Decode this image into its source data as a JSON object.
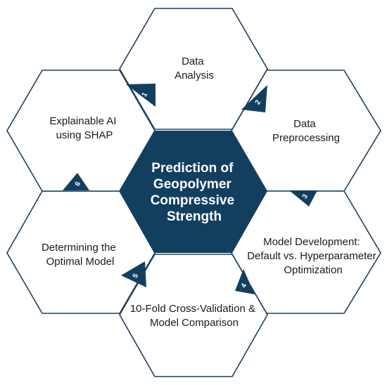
{
  "colors": {
    "navy": "#123f5e",
    "outline": "#1e3f5e",
    "text": "#1a1a1a",
    "background": "#ffffff"
  },
  "center": {
    "lines": [
      "Prediction of",
      "Geopolymer",
      "Compressive",
      "Strength"
    ]
  },
  "steps": [
    {
      "number": "1",
      "lines": [
        "Data",
        "Analysis"
      ]
    },
    {
      "number": "2",
      "lines": [
        "Data",
        "Preprocessing"
      ]
    },
    {
      "number": "3",
      "lines": [
        "Model Development:",
        "Default vs. Hyperparameter",
        "Optimization"
      ]
    },
    {
      "number": "4",
      "lines": [
        "10-Fold Cross-Validation &",
        "Model Comparison"
      ]
    },
    {
      "number": "5",
      "lines": [
        "Determining the",
        "Optimal Model"
      ]
    },
    {
      "number": "6",
      "lines": [
        "Explainable AI",
        "using SHAP"
      ]
    }
  ]
}
